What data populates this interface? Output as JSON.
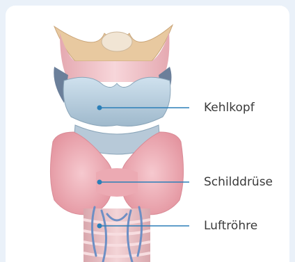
{
  "labels": {
    "larynx": "Kehlkopf",
    "thyroid": "Schilddrüse",
    "trachea": "Luftröhre"
  },
  "colors": {
    "leader_line": "#2b7fb8",
    "background": "#eaf1f9",
    "card": "#ffffff"
  }
}
